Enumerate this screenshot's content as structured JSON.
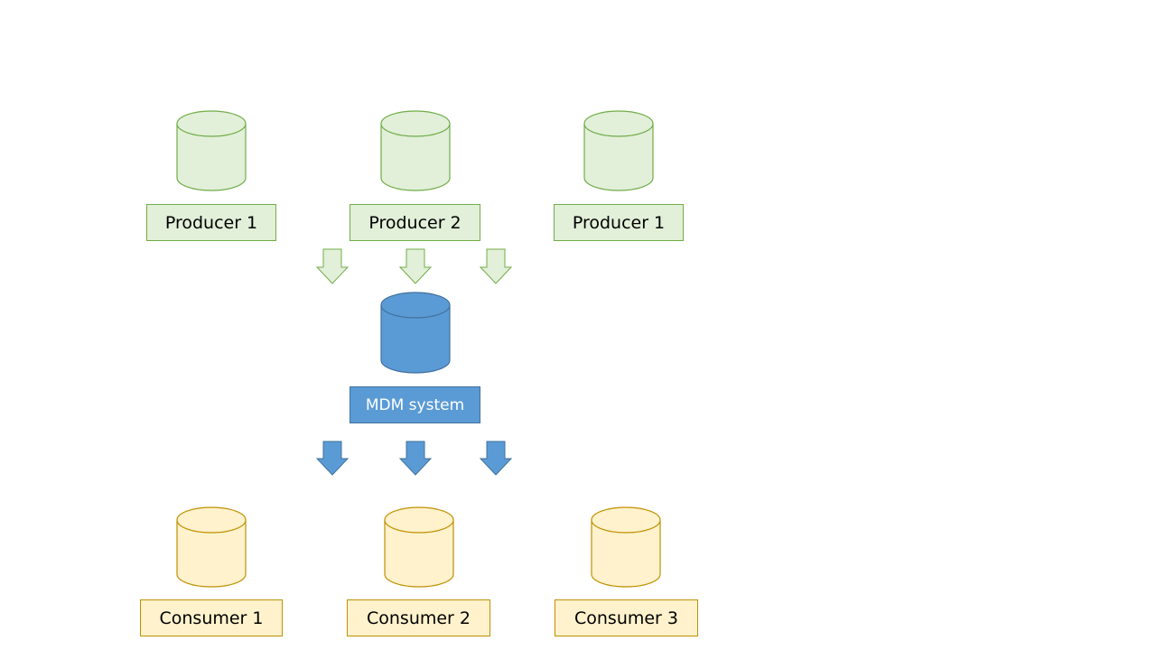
{
  "producers": [
    {
      "label": "Producer 1"
    },
    {
      "label": "Producer 2"
    },
    {
      "label": "Producer 1"
    }
  ],
  "mdm": {
    "label": "MDM system"
  },
  "consumers": [
    {
      "label": "Consumer 1"
    },
    {
      "label": "Consumer 2"
    },
    {
      "label": "Consumer 3"
    }
  ],
  "colors": {
    "producer_fill": "#e2efd9",
    "producer_stroke": "#70ad47",
    "mdm_fill": "#5b9bd5",
    "mdm_stroke": "#41719c",
    "consumer_fill": "#fff2cc",
    "consumer_stroke": "#bf9000"
  }
}
